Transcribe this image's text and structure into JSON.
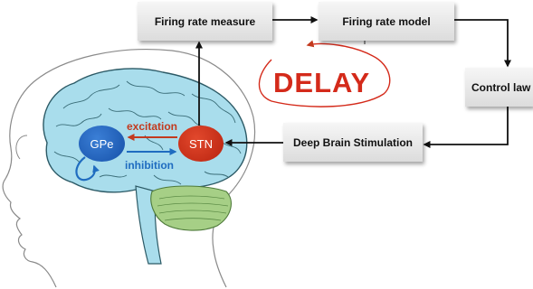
{
  "blocks": {
    "firing_rate_measure": "Firing rate measure",
    "firing_rate_model": "Firing rate model",
    "control_law": "Control law",
    "deep_brain_stimulation": "Deep Brain Stimulation"
  },
  "nuclei": {
    "gpe": "GPe",
    "stn": "STN"
  },
  "connections": {
    "excitation": "excitation",
    "inhibition": "inhibition"
  },
  "delay_label": "DELAY",
  "colors": {
    "brain_fill": "#a9ddec",
    "brain_stroke": "#2c5a66",
    "cerebellum": "#a6cf86",
    "gpe": "#1a5fbf",
    "stn": "#c8321a",
    "excitation": "#c33a1e",
    "inhibition": "#1f6cc0",
    "delay": "#d42a1a",
    "box_fill": "#e4e4e4"
  }
}
